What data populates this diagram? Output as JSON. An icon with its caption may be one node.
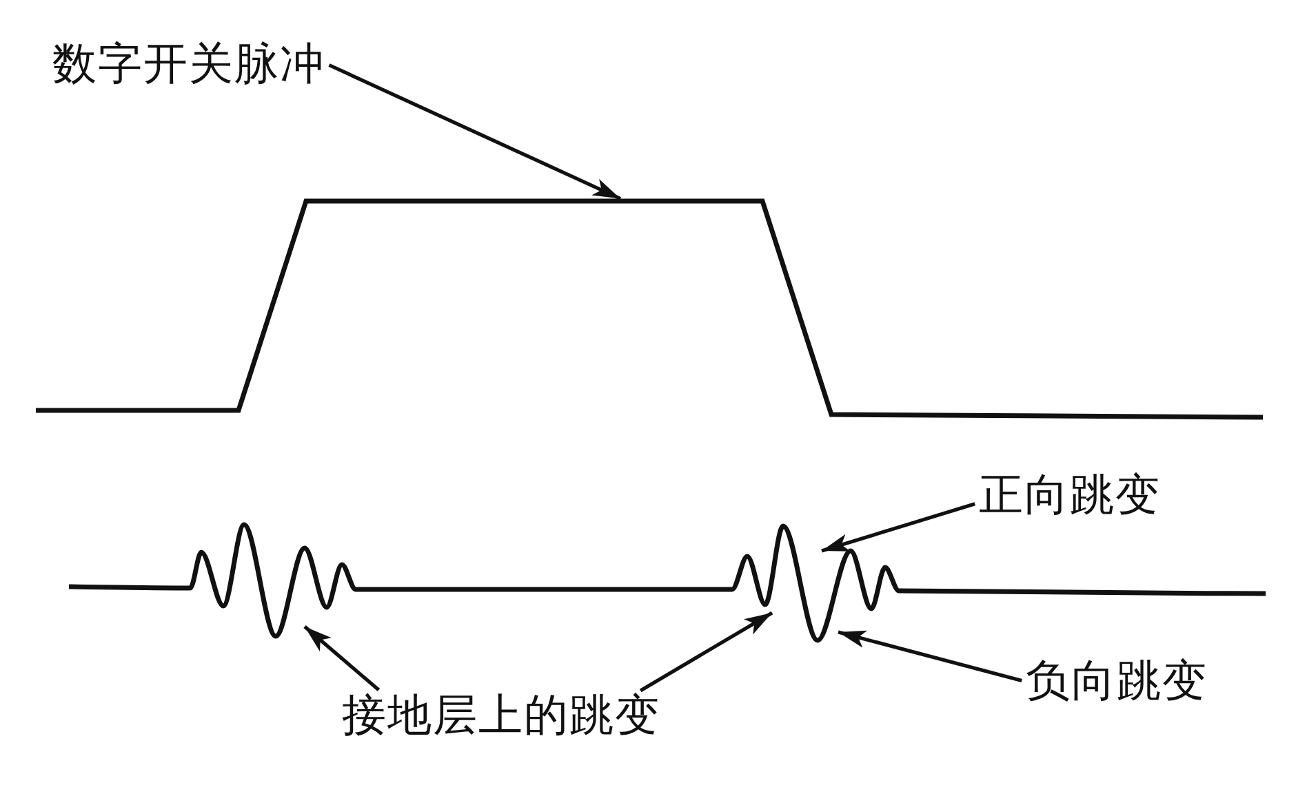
{
  "diagram": {
    "nodes": [
      {
        "text": [
          "数字开关脉冲"
        ]
      },
      {
        "text": [],
        "shape": "line"
      },
      {
        "text": [
          "正向跳变"
        ]
      },
      {
        "text": [
          "负向跳变"
        ]
      },
      {
        "text": [
          "接地层上的跳变"
        ]
      }
    ],
    "edges": [
      {
        "from": 0,
        "to": 1,
        "arrow": "to"
      },
      {
        "from": 2,
        "to": null,
        "arrow": "to"
      },
      {
        "from": 3,
        "to": null,
        "arrow": "to"
      },
      {
        "from": 4,
        "to": null,
        "arrow": "to"
      },
      {
        "from": 4,
        "to": null,
        "arrow": "to"
      }
    ]
  }
}
